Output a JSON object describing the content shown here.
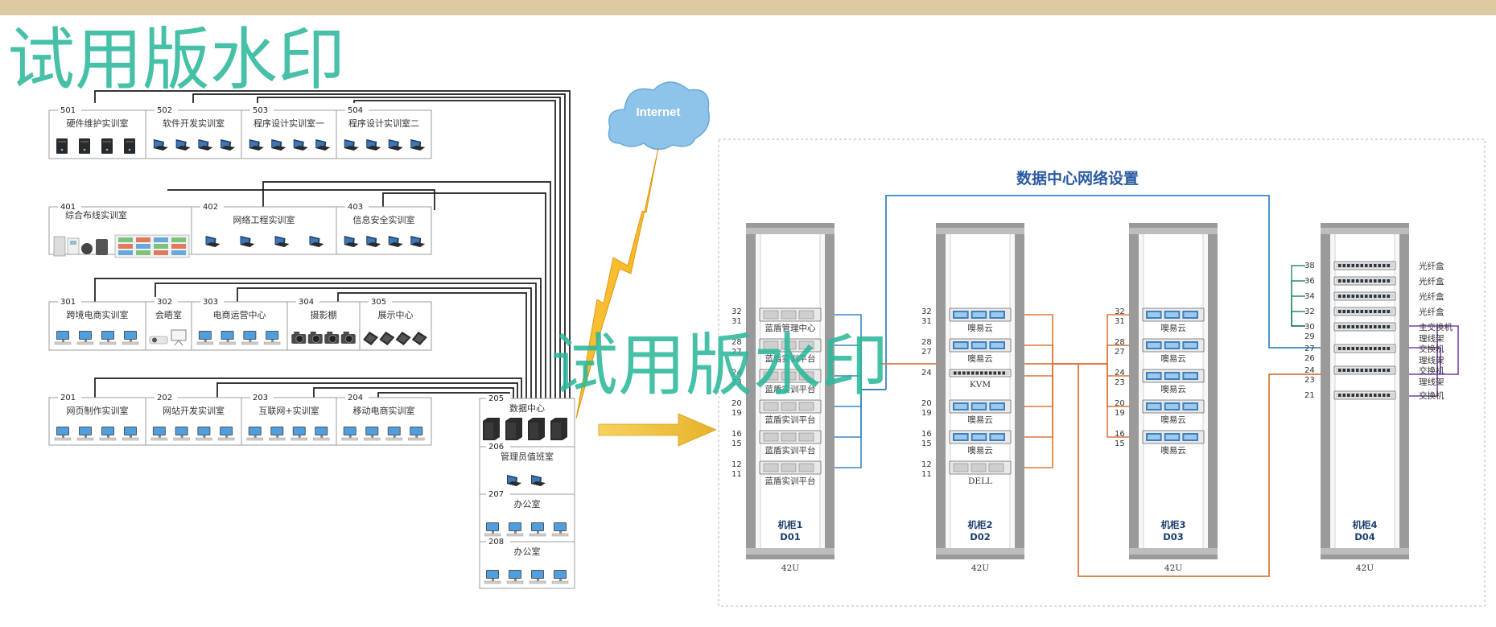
{
  "watermark": "试用版水印",
  "internet_label": "Internet",
  "dc_title": "数据中心网络设置",
  "floors": [
    {
      "rooms": [
        {
          "num": "501",
          "name": "硬件维护实训室",
          "device": "tower"
        },
        {
          "num": "502",
          "name": "软件开发实训室",
          "device": "laptop"
        },
        {
          "num": "503",
          "name": "程序设计实训室一",
          "device": "laptop"
        },
        {
          "num": "504",
          "name": "程序设计实训室二",
          "device": "laptop"
        }
      ]
    },
    {
      "rooms": [
        {
          "num": "401",
          "name": "综合布线实训室",
          "device": "cabling"
        },
        {
          "num": "402",
          "name": "网络工程实训室",
          "device": "laptop"
        },
        {
          "num": "403",
          "name": "信息安全实训室",
          "device": "laptop"
        }
      ]
    },
    {
      "rooms": [
        {
          "num": "301",
          "name": "跨境电商实训室",
          "device": "desktop"
        },
        {
          "num": "302",
          "name": "会晤室",
          "device": "projector"
        },
        {
          "num": "303",
          "name": "电商运营中心",
          "device": "desktop"
        },
        {
          "num": "304",
          "name": "摄影棚",
          "device": "camera"
        },
        {
          "num": "305",
          "name": "展示中心",
          "device": "tablet"
        }
      ]
    },
    {
      "rooms": [
        {
          "num": "201",
          "name": "网页制作实训室",
          "device": "desktop"
        },
        {
          "num": "202",
          "name": "网站开发实训室",
          "device": "desktop"
        },
        {
          "num": "203",
          "name": "互联网+实训室",
          "device": "desktop"
        },
        {
          "num": "204",
          "name": "移动电商实训室",
          "device": "desktop"
        }
      ]
    }
  ],
  "side_rooms": [
    {
      "num": "205",
      "name": "数据中心",
      "device": "server"
    },
    {
      "num": "206",
      "name": "管理员值班室",
      "device": "laptop"
    },
    {
      "num": "207",
      "name": "办公室",
      "device": "desktop"
    },
    {
      "num": "208",
      "name": "办公室",
      "device": "desktop"
    }
  ],
  "racks": [
    {
      "name": "机柜1",
      "code": "D01",
      "size": "42U",
      "units": [
        {
          "label": "蓝盾管理中心",
          "u": [
            "32",
            "31"
          ]
        },
        {
          "label": "蓝盾实训平台",
          "u": [
            "28",
            "27"
          ]
        },
        {
          "label": "蓝盾实训平台",
          "u": [
            "24",
            "23"
          ]
        },
        {
          "label": "蓝盾实训平台",
          "u": [
            "20",
            "19"
          ]
        },
        {
          "label": "蓝盾实训平台",
          "u": [
            "16",
            "15"
          ]
        },
        {
          "label": "蓝盾实训平台",
          "u": [
            "12",
            "11"
          ]
        }
      ]
    },
    {
      "name": "机柜2",
      "code": "D02",
      "size": "42U",
      "units": [
        {
          "label": "噢易云",
          "u": [
            "32",
            "31"
          ]
        },
        {
          "label": "噢易云",
          "u": [
            "28",
            "27"
          ]
        },
        {
          "label": "KVM",
          "u": [
            "24"
          ]
        },
        {
          "label": "噢易云",
          "u": [
            "20",
            "19"
          ]
        },
        {
          "label": "噢易云",
          "u": [
            "16",
            "15"
          ]
        },
        {
          "label": "DELL",
          "u": [
            "12",
            "11"
          ]
        }
      ]
    },
    {
      "name": "机柜3",
      "code": "D03",
      "size": "42U",
      "units": [
        {
          "label": "噢易云",
          "u": [
            "32",
            "31"
          ]
        },
        {
          "label": "噢易云",
          "u": [
            "28",
            "27"
          ]
        },
        {
          "label": "噢易云",
          "u": [
            "24",
            "23"
          ]
        },
        {
          "label": "噢易云",
          "u": [
            "20",
            "19"
          ]
        },
        {
          "label": "噢易云",
          "u": [
            "16",
            "15"
          ]
        }
      ]
    },
    {
      "name": "机柜4",
      "code": "D04",
      "size": "42U",
      "units": [
        {
          "label": "光纤盒",
          "u": [
            "38"
          ]
        },
        {
          "label": "光纤盒",
          "u": [
            "36"
          ]
        },
        {
          "label": "光纤盒",
          "u": [
            "34"
          ]
        },
        {
          "label": "光纤盒",
          "u": [
            "32"
          ]
        },
        {
          "label": "主交换机",
          "u": [
            "30",
            "29"
          ]
        },
        {
          "label": "理线架",
          "u": []
        },
        {
          "label": "交换机",
          "u": [
            "27",
            "26"
          ]
        },
        {
          "label": "理线架",
          "u": []
        },
        {
          "label": "交换机",
          "u": [
            "24",
            "23"
          ]
        },
        {
          "label": "理线架",
          "u": []
        },
        {
          "label": "交换机",
          "u": [
            "21"
          ]
        }
      ]
    }
  ]
}
